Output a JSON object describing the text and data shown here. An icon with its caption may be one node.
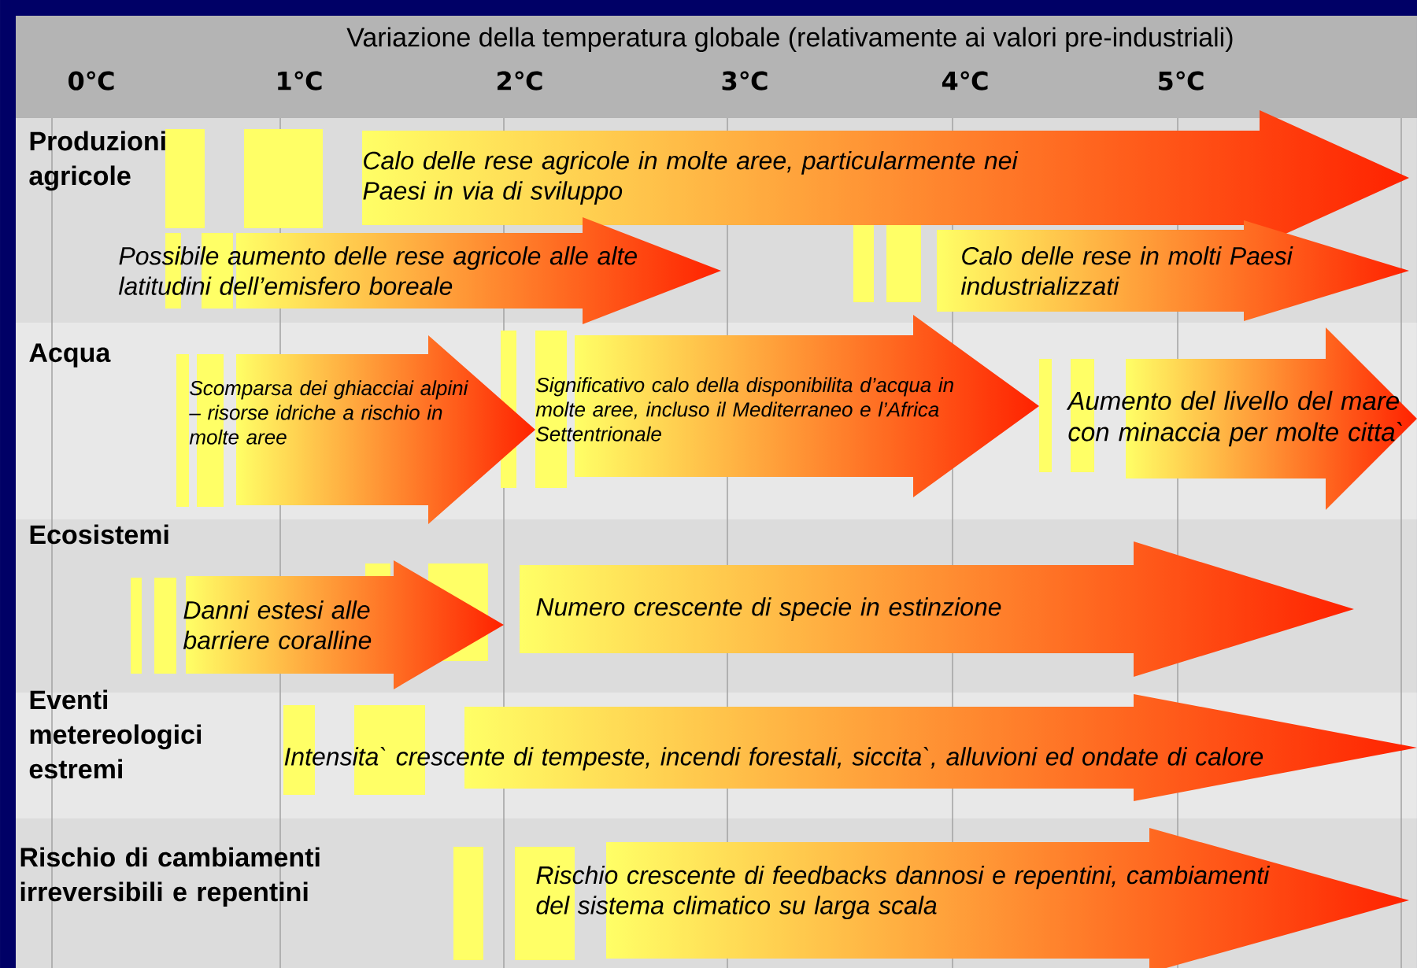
{
  "diagram": {
    "title": "Variazione della temperatura globale (relativamente ai valori pre-industriali)",
    "nodes": [
      {
        "text": [
          "Calo delle rese agricole in molte aree, particularmente nei Paesi in via di sviluppo"
        ]
      },
      {
        "text": [
          "Possibile aumento delle rese agricole alle alte latitudini dell’emisfero boreale"
        ]
      },
      {
        "text": [
          "Calo delle rese in molti Paesi industrializzati"
        ]
      },
      {
        "text": [
          "Scomparsa dei ghiacciai alpini  – risorse idriche a rischio in molte aree"
        ]
      },
      {
        "text": [
          "Significativo calo della disponibilita d’acqua in molte aree, incluso il Mediterraneo e l’Africa Settentrionale"
        ]
      },
      {
        "text": [
          "Aumento del livello del mare con minaccia per molte citta`"
        ]
      },
      {
        "text": [
          "Danni estesi alle barriere coralline"
        ]
      },
      {
        "text": [
          "Numero crescente di specie in estinzione"
        ]
      },
      {
        "text": [
          "Intensita` crescente di tempeste, incendi forestali, siccita`, alluvioni ed ondate di calore"
        ]
      },
      {
        "text": [
          "Rischio crescente di feedbacks dannosi e repentini, cambiamenti del sistema climatico su larga scala"
        ]
      }
    ],
    "labels": [
      "0℃",
      "1℃",
      "2℃",
      "3℃",
      "4℃",
      "5℃",
      "Produzioni agricole",
      "Acqua",
      "Ecosistemi",
      "Eventi metereologici estremi",
      "Rischio di cambiamenti irreversibili e repentini"
    ]
  }
}
